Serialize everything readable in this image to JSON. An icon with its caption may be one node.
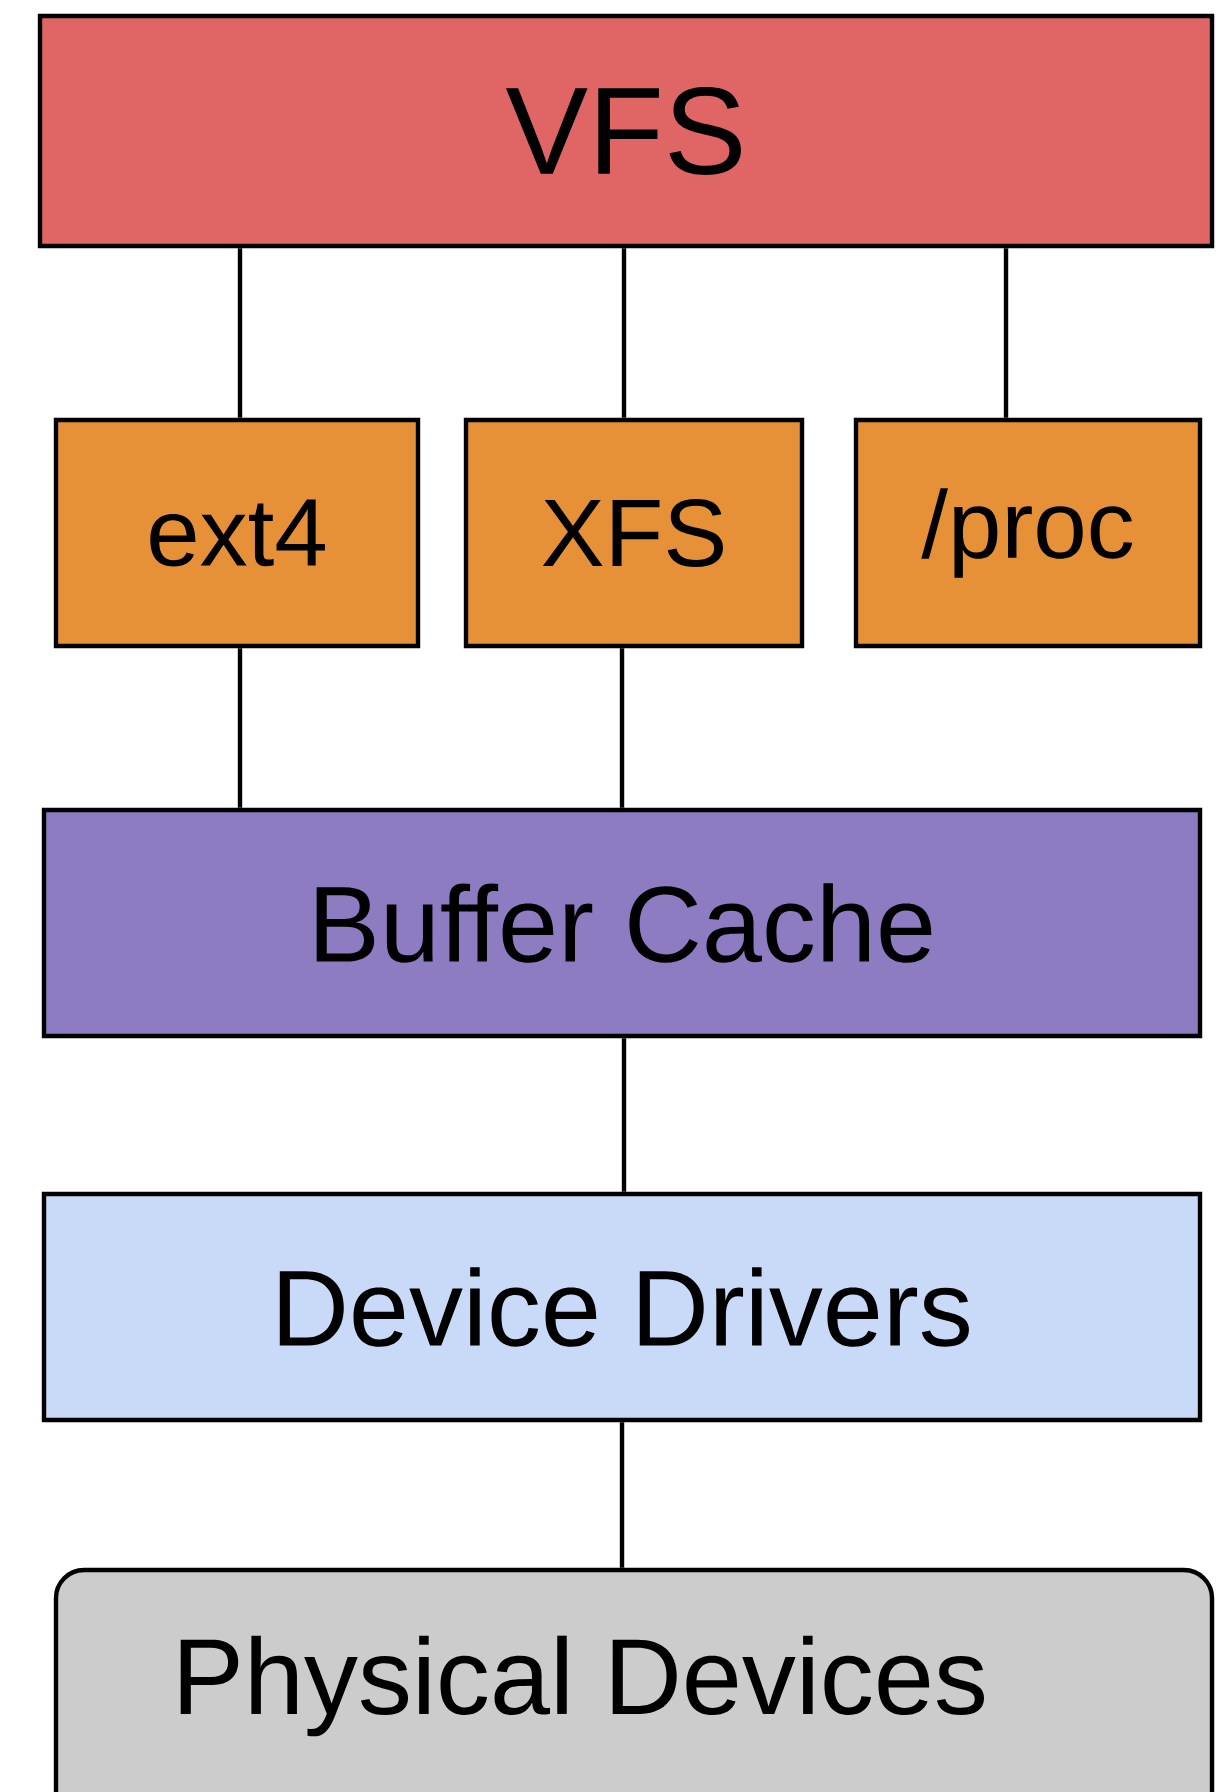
{
  "diagram": {
    "nodes": [
      {
        "text": [
          "VFS"
        ]
      },
      {
        "text": [
          "ext4"
        ]
      },
      {
        "text": [
          "XFS"
        ]
      },
      {
        "text": [
          "/proc"
        ]
      },
      {
        "text": [
          "Buffer Cache"
        ]
      },
      {
        "text": [
          "Device Drivers"
        ]
      },
      {
        "text": [
          "Physical Devices"
        ]
      }
    ],
    "edges": [
      {
        "from": 0,
        "to": 1,
        "arrow": "none"
      },
      {
        "from": 0,
        "to": 2,
        "arrow": "none"
      },
      {
        "from": 0,
        "to": 3,
        "arrow": "none"
      },
      {
        "from": 1,
        "to": 4,
        "arrow": "none"
      },
      {
        "from": 2,
        "to": 4,
        "arrow": "none"
      },
      {
        "from": 4,
        "to": 5,
        "arrow": "none"
      },
      {
        "from": 5,
        "to": 6,
        "arrow": "none"
      }
    ]
  }
}
